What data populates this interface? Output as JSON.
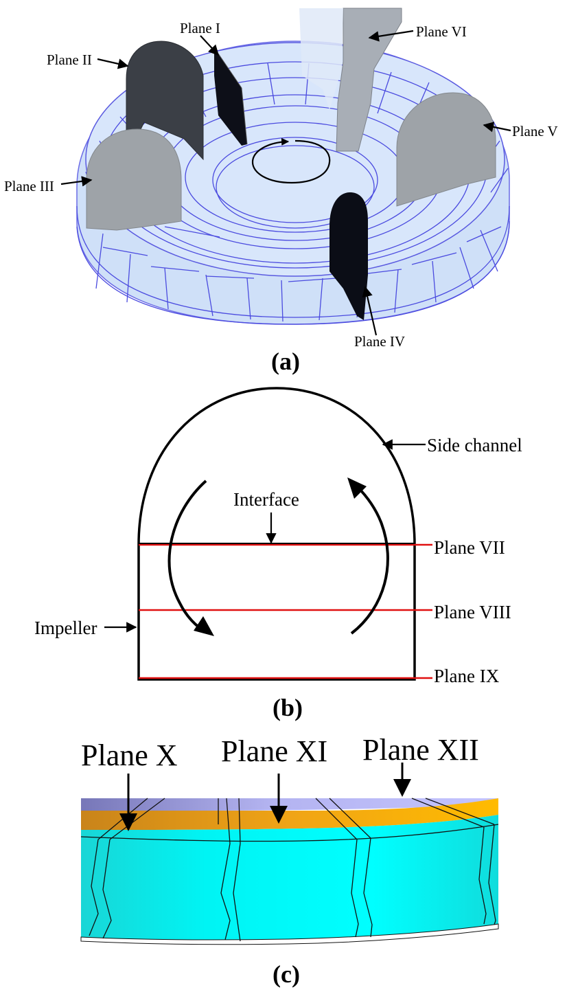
{
  "panels": {
    "a": {
      "caption": "(a)",
      "planes": [
        "Plane I",
        "Plane II",
        "Plane III",
        "Plane IV",
        "Plane V",
        "Plane VI"
      ]
    },
    "b": {
      "caption": "(b)",
      "labels": {
        "side_channel": "Side channel",
        "interface": "Interface",
        "impeller": "Impeller",
        "plane_vii": "Plane VII",
        "plane_viii": "Plane VIII",
        "plane_ix": "Plane IX"
      }
    },
    "c": {
      "caption": "(c)",
      "planes": [
        "Plane X",
        "Plane XI",
        "Plane XII"
      ]
    }
  },
  "colors": {
    "wireframe": "#4a4adf",
    "shell": "#c9dbf7",
    "dark_plane": "#3b3f46",
    "black_plane": "#0d0f18",
    "grey_plane": "#9ea3a8",
    "red_line": "#e01010",
    "cyan": "#00f0f0",
    "orange": "#f2a418",
    "lavender": "#a8a8ee"
  }
}
